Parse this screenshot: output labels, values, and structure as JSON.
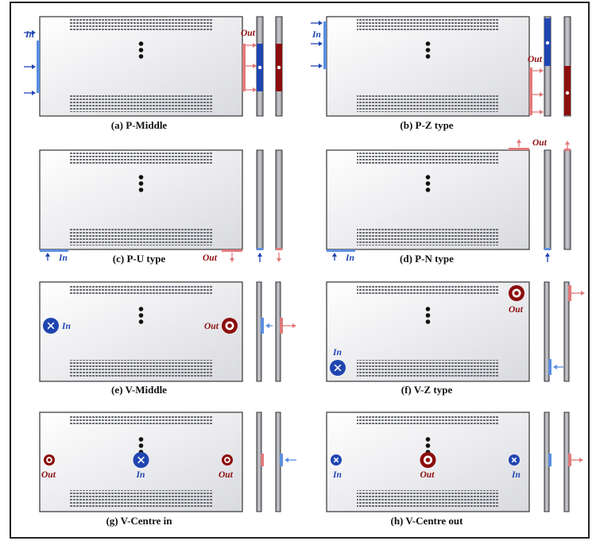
{
  "colors": {
    "inlet": "#1f45b0",
    "inlet_light": "#5b8fe0",
    "outlet": "#8b0d0d",
    "outlet_light": "#e07a7a",
    "plate_fill": "#f2f2f4",
    "plate_edge": "#333333",
    "bar_fill": "#b4b6bc",
    "frame": "#222222"
  },
  "labels": {
    "in": "In",
    "out": "Out"
  },
  "panels": [
    {
      "id": "p-middle",
      "caption": "(a) P-Middle"
    },
    {
      "id": "p-z",
      "caption": "(b) P-Z type"
    },
    {
      "id": "p-u",
      "caption": "(c) P-U type"
    },
    {
      "id": "p-n",
      "caption": "(d) P-N type"
    },
    {
      "id": "v-middle",
      "caption": "(e) V-Middle"
    },
    {
      "id": "v-z",
      "caption": "(f) V-Z type"
    },
    {
      "id": "v-centre-in",
      "caption": "(g) V-Centre in"
    },
    {
      "id": "v-centre-out",
      "caption": "(h) V-Centre out"
    }
  ]
}
